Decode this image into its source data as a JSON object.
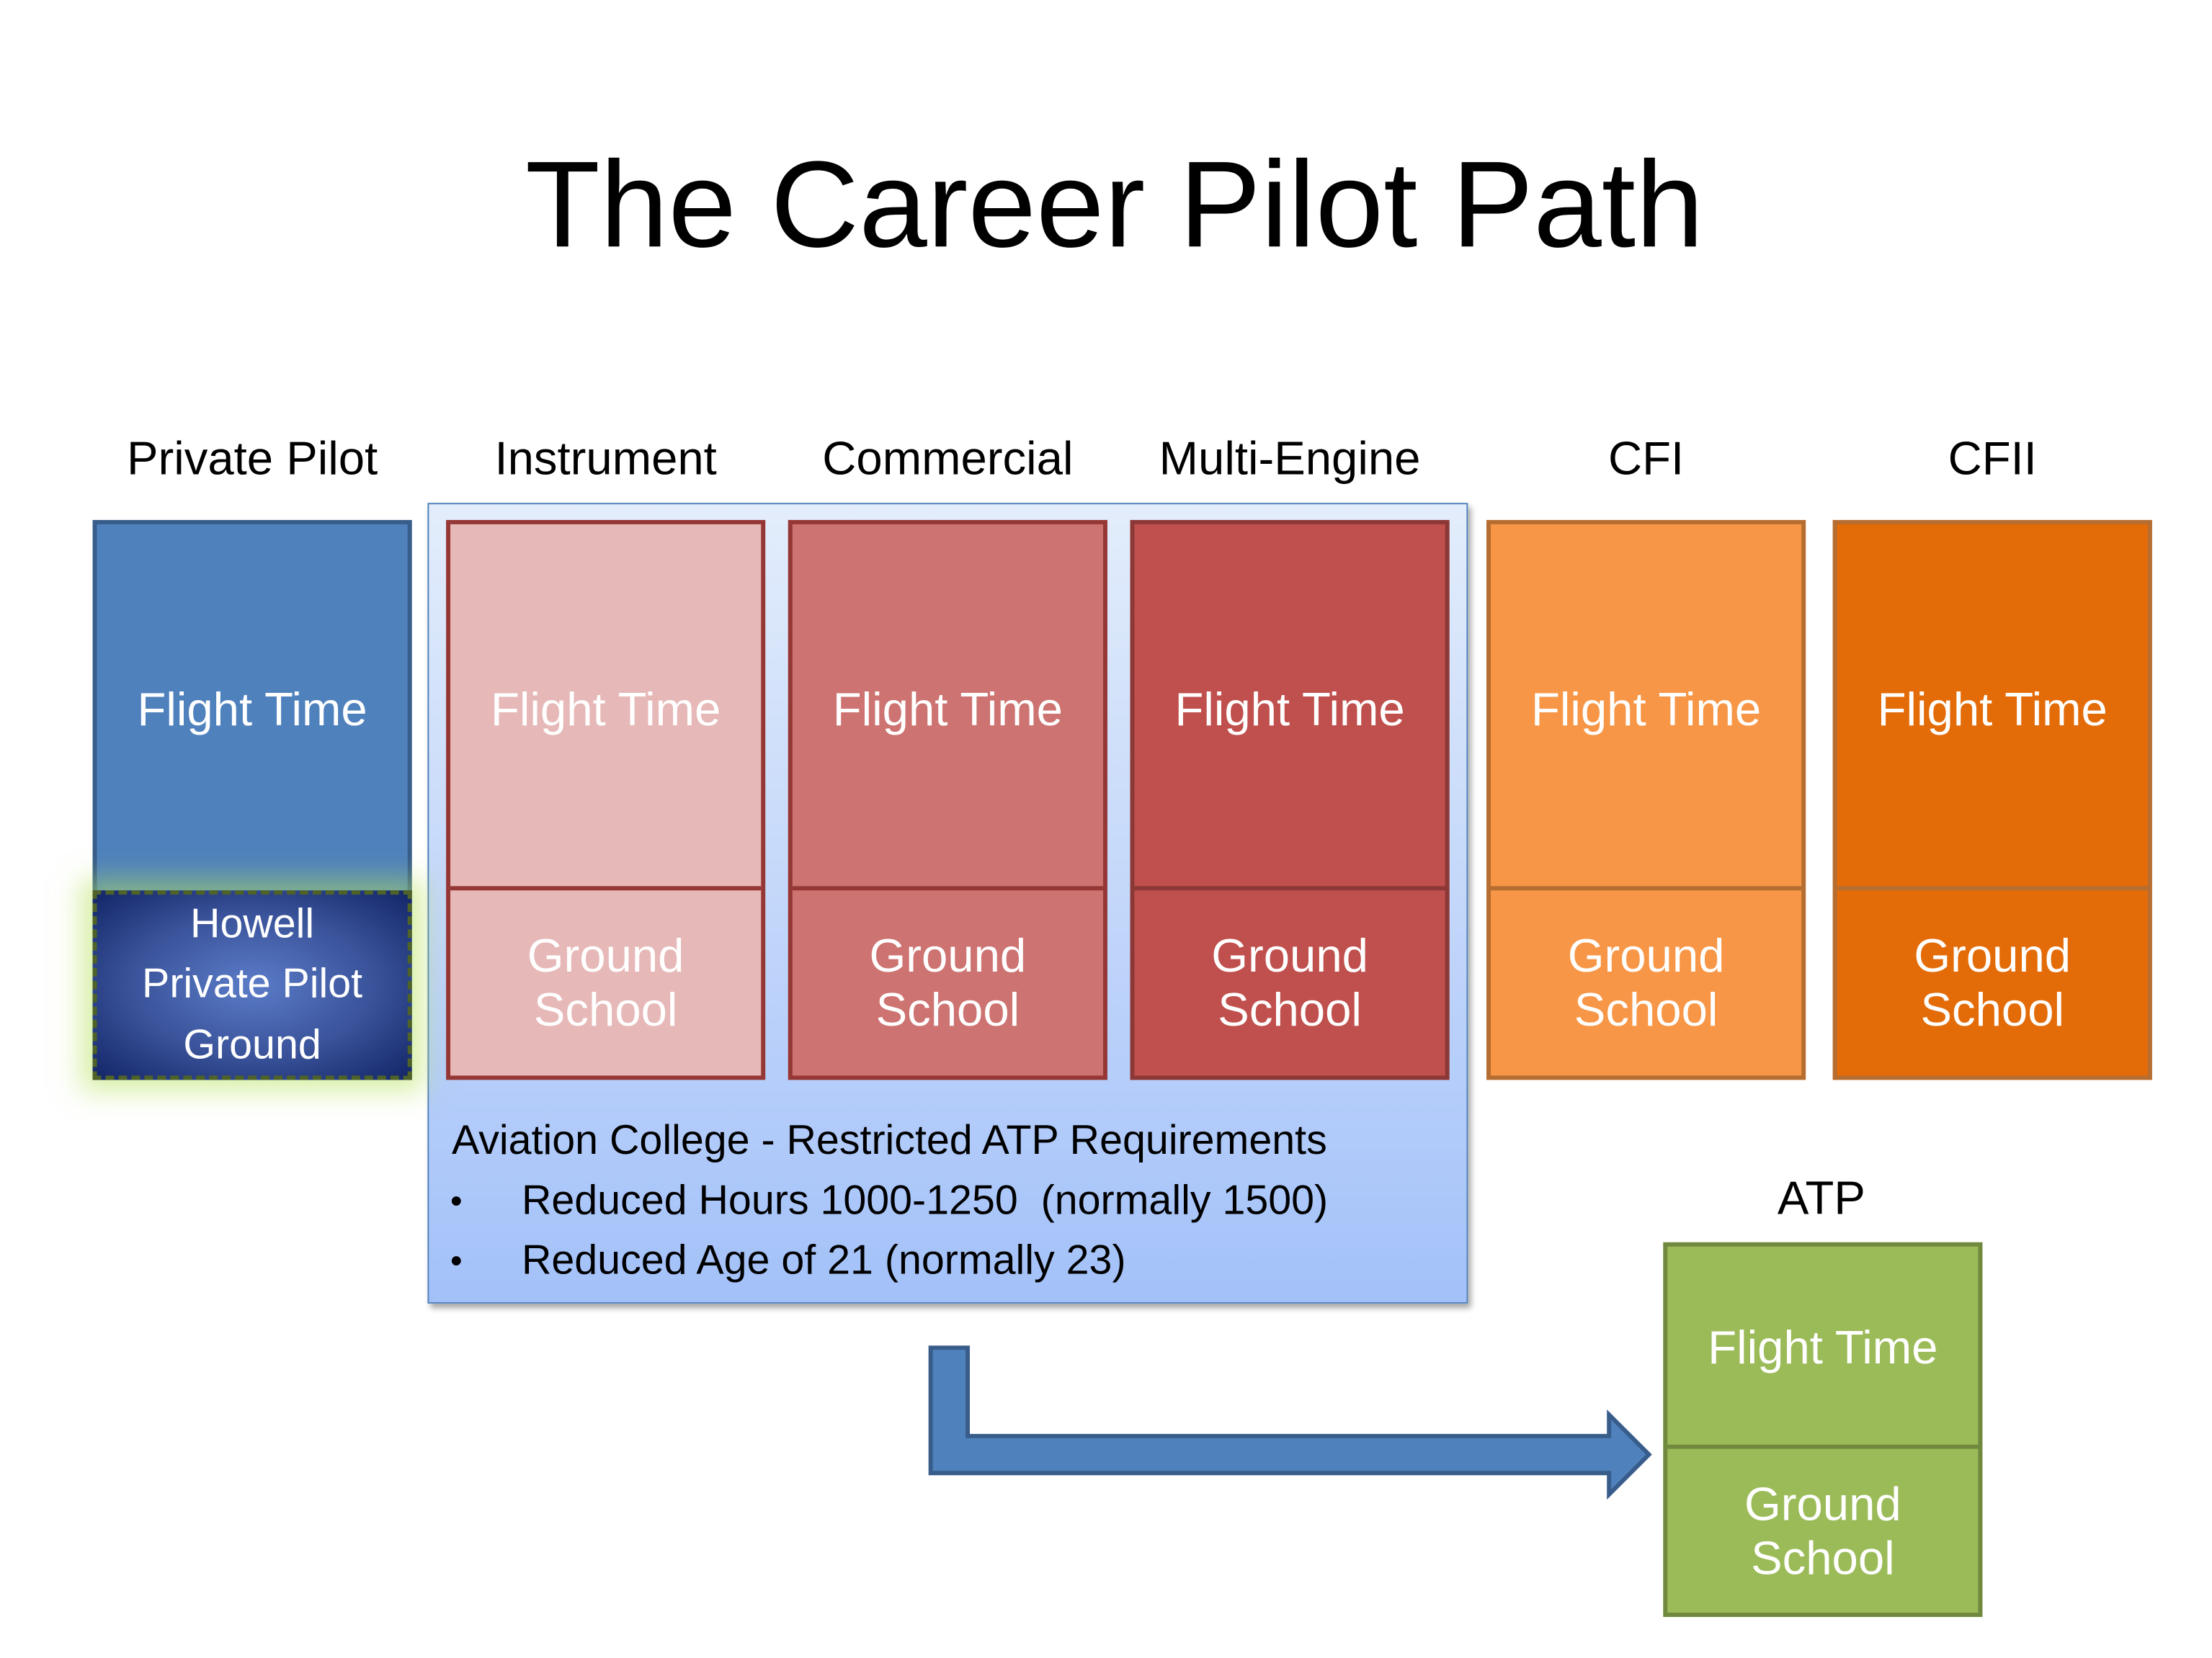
{
  "title": "The Career Pilot Path",
  "columns": [
    {
      "header": "Private Pilot",
      "flight": "Flight Time",
      "ground": "Howell Private Pilot Ground",
      "fill": "#4f81bd",
      "border": "#385d8a"
    },
    {
      "header": "Instrument",
      "flight": "Flight Time",
      "ground": "Ground School",
      "fill": "#e6b8b7",
      "border": "#953735"
    },
    {
      "header": "Commercial",
      "flight": "Flight Time",
      "ground": "Ground School",
      "fill": "#cd7371",
      "border": "#953735"
    },
    {
      "header": "Multi-Engine",
      "flight": "Flight Time",
      "ground": "Ground School",
      "fill": "#c0504d",
      "border": "#8c3836"
    },
    {
      "header": "CFI",
      "flight": "Flight Time",
      "ground": "Ground School",
      "fill": "#f79646",
      "border": "#b66d31"
    },
    {
      "header": "CFII",
      "flight": "Flight Time",
      "ground": "Ground School",
      "fill": "#e36c09",
      "border": "#b66d31"
    }
  ],
  "college": {
    "heading": "Aviation College - Restricted ATP Requirements",
    "bullets": [
      "Reduced Hours 1000-1250  (normally 1500)",
      "Reduced Age of 21 (normally 23)"
    ],
    "bullet_glyph": "•"
  },
  "atp": {
    "header": "ATP",
    "flight": "Flight Time",
    "ground": "Ground School",
    "fill": "#9bbb59",
    "border": "#71893f"
  }
}
